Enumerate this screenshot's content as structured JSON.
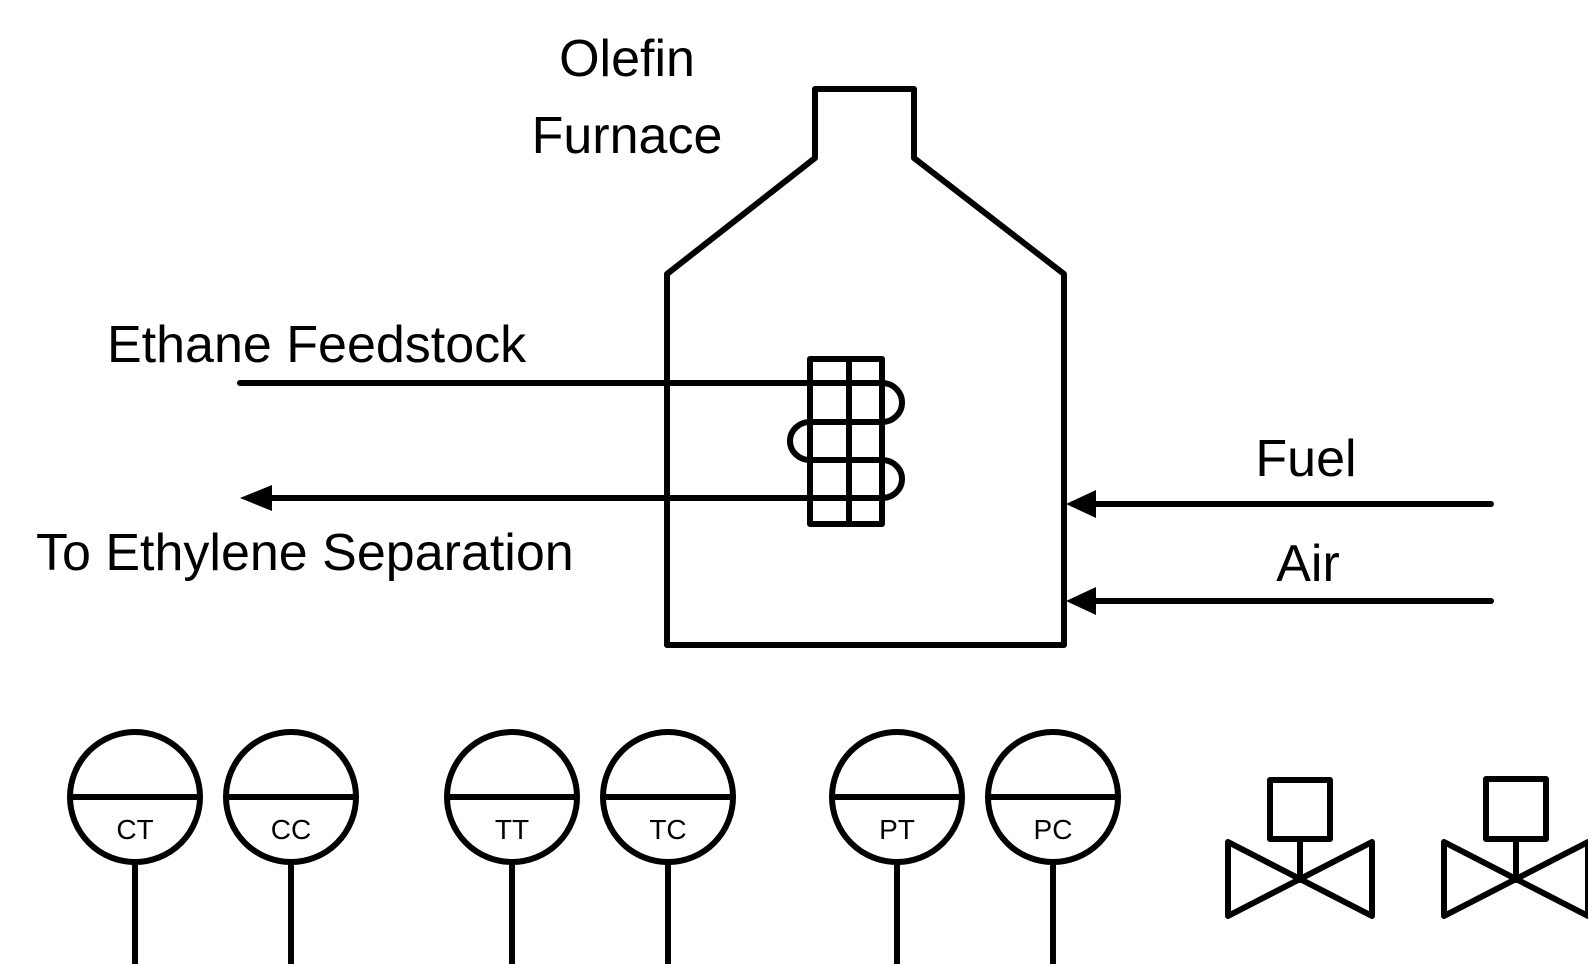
{
  "labels": {
    "furnace_line1": "Olefin",
    "furnace_line2": "Furnace",
    "ethane_feed": "Ethane Feedstock",
    "ethylene_out": "To Ethylene Separation",
    "fuel": "Fuel",
    "air": "Air"
  },
  "instruments": [
    {
      "tag": "CT"
    },
    {
      "tag": "CC"
    },
    {
      "tag": "TT"
    },
    {
      "tag": "TC"
    },
    {
      "tag": "PT"
    },
    {
      "tag": "PC"
    }
  ],
  "colors": {
    "line": "#000000",
    "background": "#ffffff"
  }
}
